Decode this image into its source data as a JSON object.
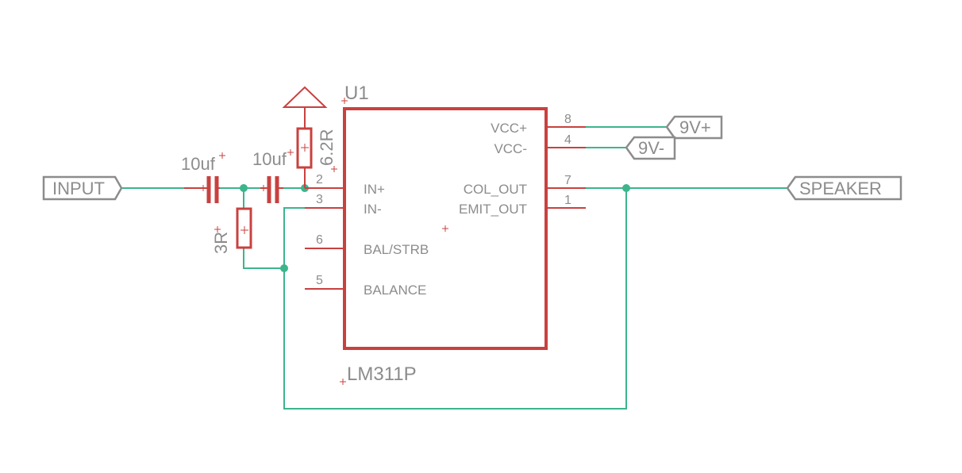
{
  "ic": {
    "name": "U1",
    "value": "LM311P",
    "left_pins": [
      {
        "num": "2",
        "label": "IN+"
      },
      {
        "num": "3",
        "label": "IN-"
      },
      {
        "num": "6",
        "label": "BAL/STRB"
      },
      {
        "num": "5",
        "label": "BALANCE"
      }
    ],
    "right_pins": [
      {
        "num": "8",
        "label": "VCC+"
      },
      {
        "num": "4",
        "label": "VCC-"
      },
      {
        "num": "7",
        "label": "COL_OUT"
      },
      {
        "num": "1",
        "label": "EMIT_OUT"
      }
    ]
  },
  "capacitors": [
    {
      "value": "10uf"
    },
    {
      "value": "10uf"
    }
  ],
  "resistors": [
    {
      "value": "6.2R"
    },
    {
      "value": "3R"
    }
  ],
  "ports": {
    "input": "INPUT",
    "speaker": "SPEAKER",
    "vcc_pos": "9V+",
    "vcc_neg": "9V-"
  },
  "colors": {
    "component": "#c8413f",
    "net": "#3cb58c",
    "label": "#8c8c8c",
    "background": "#ffffff"
  }
}
